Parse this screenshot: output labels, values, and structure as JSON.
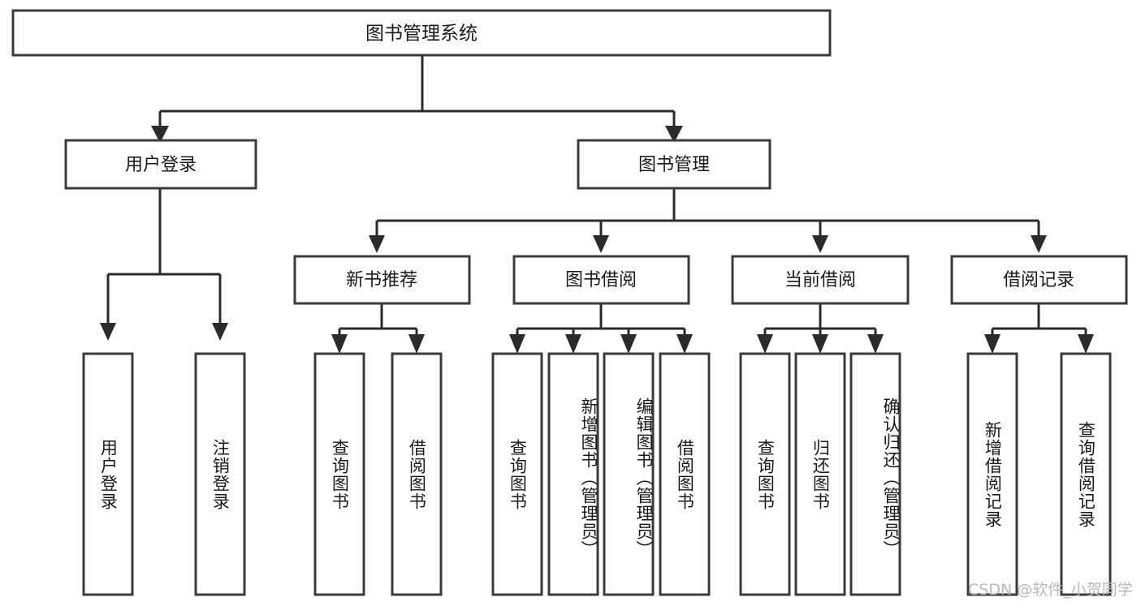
{
  "diagram": {
    "title": "图书管理系统",
    "type": "tree",
    "watermark": "CSDN @软件_小贺同学",
    "colors": {
      "box_stroke": "#3b3b3b",
      "connector": "#2b2b2b",
      "box_fill": "#ffffff",
      "background": "#ffffff",
      "text": "#1a1a1a",
      "watermark": "#b9b9b9"
    },
    "root": {
      "id": "root",
      "label": "图书管理系统",
      "orientation": "horizontal"
    },
    "level2": [
      {
        "id": "user-login",
        "label": "用户登录",
        "orientation": "horizontal"
      },
      {
        "id": "book-manage",
        "label": "图书管理",
        "orientation": "horizontal"
      }
    ],
    "level3": [
      {
        "id": "new-book-recommend",
        "label": "新书推荐",
        "parent": "book-manage",
        "orientation": "horizontal"
      },
      {
        "id": "book-borrow",
        "label": "图书借阅",
        "parent": "book-manage",
        "orientation": "horizontal"
      },
      {
        "id": "current-borrow",
        "label": "当前借阅",
        "parent": "book-manage",
        "orientation": "horizontal"
      },
      {
        "id": "borrow-record",
        "label": "借阅记录",
        "parent": "book-manage",
        "orientation": "horizontal"
      }
    ],
    "leaves": [
      {
        "id": "leaf-user-login",
        "label": "用户登录",
        "parent": "user-login",
        "orientation": "vertical"
      },
      {
        "id": "leaf-user-logout",
        "label": "注销登录",
        "parent": "user-login",
        "orientation": "vertical"
      },
      {
        "id": "leaf-query-book-1",
        "label": "查询图书",
        "parent": "new-book-recommend",
        "orientation": "vertical"
      },
      {
        "id": "leaf-borrow-book-1",
        "label": "借阅图书",
        "parent": "new-book-recommend",
        "orientation": "vertical"
      },
      {
        "id": "leaf-query-book-2",
        "label": "查询图书",
        "parent": "book-borrow",
        "orientation": "vertical"
      },
      {
        "id": "leaf-add-book",
        "label": "新增图书（管理员）",
        "parent": "book-borrow",
        "orientation": "vertical"
      },
      {
        "id": "leaf-edit-book",
        "label": "编辑图书（管理员）",
        "parent": "book-borrow",
        "orientation": "vertical"
      },
      {
        "id": "leaf-borrow-book-2",
        "label": "借阅图书",
        "parent": "book-borrow",
        "orientation": "vertical"
      },
      {
        "id": "leaf-query-book-3",
        "label": "查询图书",
        "parent": "current-borrow",
        "orientation": "vertical"
      },
      {
        "id": "leaf-return-book",
        "label": "归还图书",
        "parent": "current-borrow",
        "orientation": "vertical"
      },
      {
        "id": "leaf-confirm-return",
        "label": "确认归还（管理员）",
        "parent": "current-borrow",
        "orientation": "vertical"
      },
      {
        "id": "leaf-add-record",
        "label": "新增借阅记录",
        "parent": "borrow-record",
        "orientation": "vertical"
      },
      {
        "id": "leaf-query-record",
        "label": "查询借阅记录",
        "parent": "borrow-record",
        "orientation": "vertical"
      }
    ]
  }
}
